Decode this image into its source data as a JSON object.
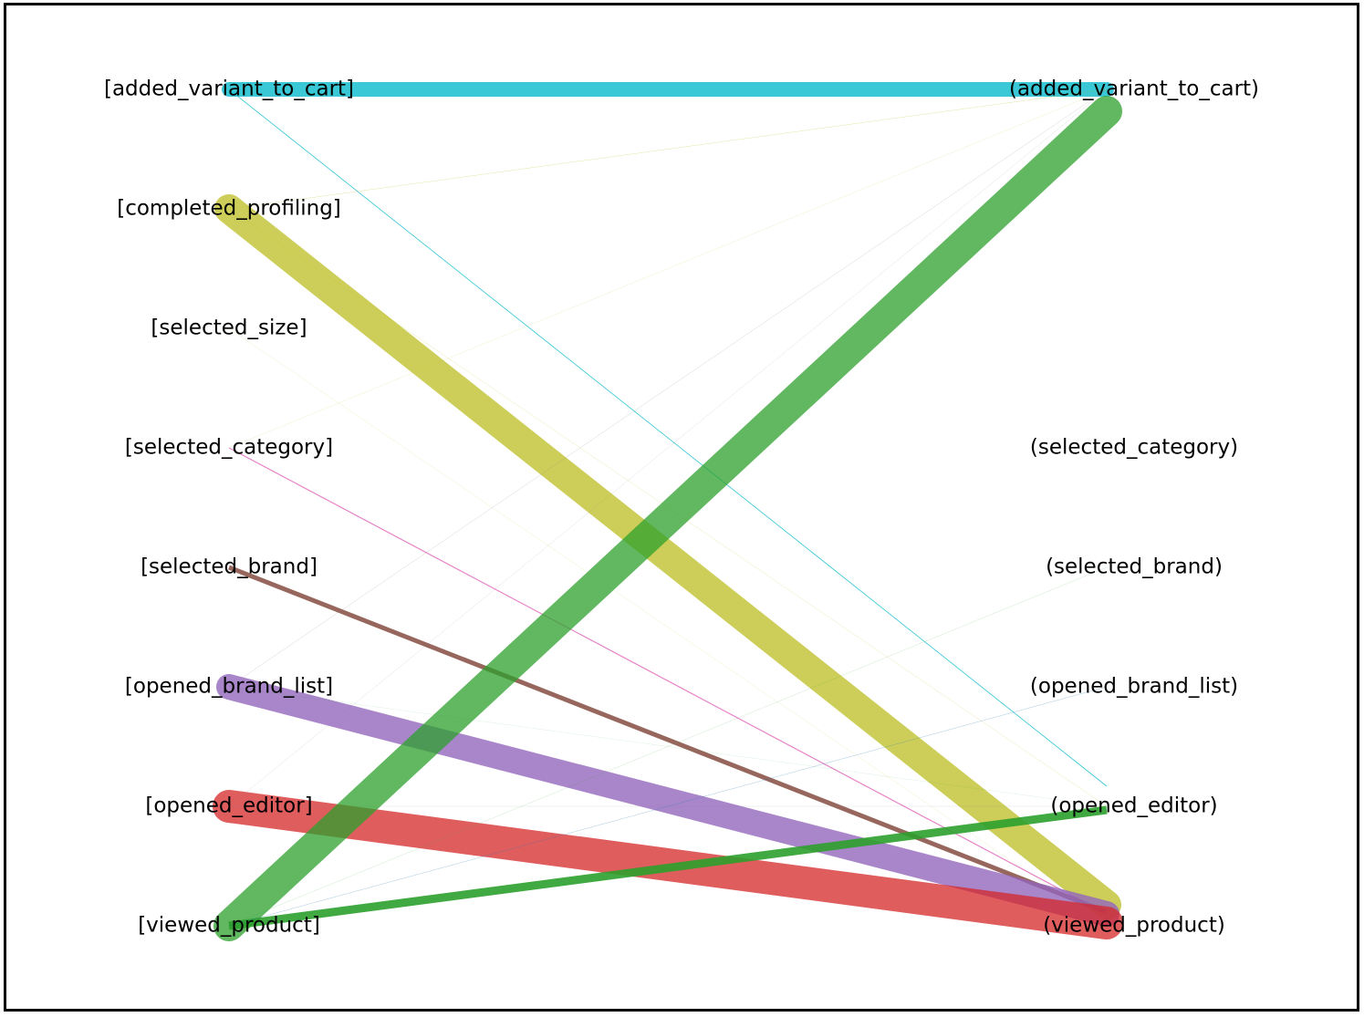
{
  "left_nodes": [
    "[added_variant_to_cart]",
    "[completed_profiling]",
    "[selected_size]",
    "[selected_category]",
    "[selected_brand]",
    "[opened_brand_list]",
    "[opened_editor]",
    "[viewed_product]"
  ],
  "right_nodes": [
    "(added_variant_to_cart)",
    "(selected_category)",
    "(selected_brand)",
    "(opened_brand_list)",
    "(opened_editor)",
    "(viewed_product)"
  ],
  "colors": {
    "added_variant_to_cart": "#17becf",
    "completed_profiling": "#bcbd22",
    "selected_size": "#7f7f7f",
    "selected_category": "#e377c2",
    "selected_brand": "#8c564b",
    "opened_brand_list": "#9467bd",
    "opened_editor": "#d62728",
    "viewed_product": "#2ca02c"
  },
  "flows": [
    {
      "from": "[added_variant_to_cart]",
      "to": "(added_variant_to_cart)",
      "weight": 16,
      "color": "#17becf",
      "alpha": 0.85
    },
    {
      "from": "[added_variant_to_cart]",
      "to": "(opened_editor)",
      "weight": 0.8,
      "color": "#17becf",
      "alpha": 0.9
    },
    {
      "from": "[completed_profiling]",
      "to": "(added_variant_to_cart)",
      "weight": 0.5,
      "color": "#bcbd22",
      "alpha": 0.4
    },
    {
      "from": "[completed_profiling]",
      "to": "(viewed_product)",
      "weight": 32,
      "color": "#bcbd22",
      "alpha": 0.75
    },
    {
      "from": "[completed_profiling]",
      "to": "(opened_editor)",
      "weight": 0.4,
      "color": "#bcbd22",
      "alpha": 0.4
    },
    {
      "from": "[selected_size]",
      "to": "(viewed_product)",
      "weight": 0.4,
      "color": "#bcbd22",
      "alpha": 0.3
    },
    {
      "from": "[selected_category]",
      "to": "(added_variant_to_cart)",
      "weight": 0.4,
      "color": "#bcbd22",
      "alpha": 0.3
    },
    {
      "from": "[selected_category]",
      "to": "(viewed_product)",
      "weight": 1.2,
      "color": "#e377c2",
      "alpha": 0.9
    },
    {
      "from": "[selected_brand]",
      "to": "(viewed_product)",
      "weight": 5,
      "color": "#8c564b",
      "alpha": 0.9
    },
    {
      "from": "[opened_brand_list]",
      "to": "(added_variant_to_cart)",
      "weight": 0.4,
      "color": "#7f7f7f",
      "alpha": 0.4
    },
    {
      "from": "[opened_brand_list]",
      "to": "(viewed_product)",
      "weight": 28,
      "color": "#9467bd",
      "alpha": 0.8
    },
    {
      "from": "[opened_brand_list]",
      "to": "(opened_editor)",
      "weight": 0.4,
      "color": "#2ca02c",
      "alpha": 0.2
    },
    {
      "from": "[opened_editor]",
      "to": "(viewed_product)",
      "weight": 36,
      "color": "#d62728",
      "alpha": 0.75
    },
    {
      "from": "[opened_editor]",
      "to": "(added_variant_to_cart)",
      "weight": 0.4,
      "color": "#7f7f7f",
      "alpha": 0.3
    },
    {
      "from": "[opened_editor]",
      "to": "(opened_editor)",
      "weight": 0.4,
      "color": "#7f7f7f",
      "alpha": 0.3
    },
    {
      "from": "[viewed_product]",
      "to": "(added_variant_to_cart)",
      "weight": 34,
      "color": "#2ca02c",
      "alpha": 0.75
    },
    {
      "from": "[viewed_product]",
      "to": "(opened_editor)",
      "weight": 9,
      "color": "#2ca02c",
      "alpha": 0.9
    },
    {
      "from": "[viewed_product]",
      "to": "(selected_brand)",
      "weight": 0.4,
      "color": "#2ca02c",
      "alpha": 0.3
    },
    {
      "from": "[viewed_product]",
      "to": "(opened_brand_list)",
      "weight": 0.4,
      "color": "#1f77b4",
      "alpha": 0.5
    }
  ]
}
